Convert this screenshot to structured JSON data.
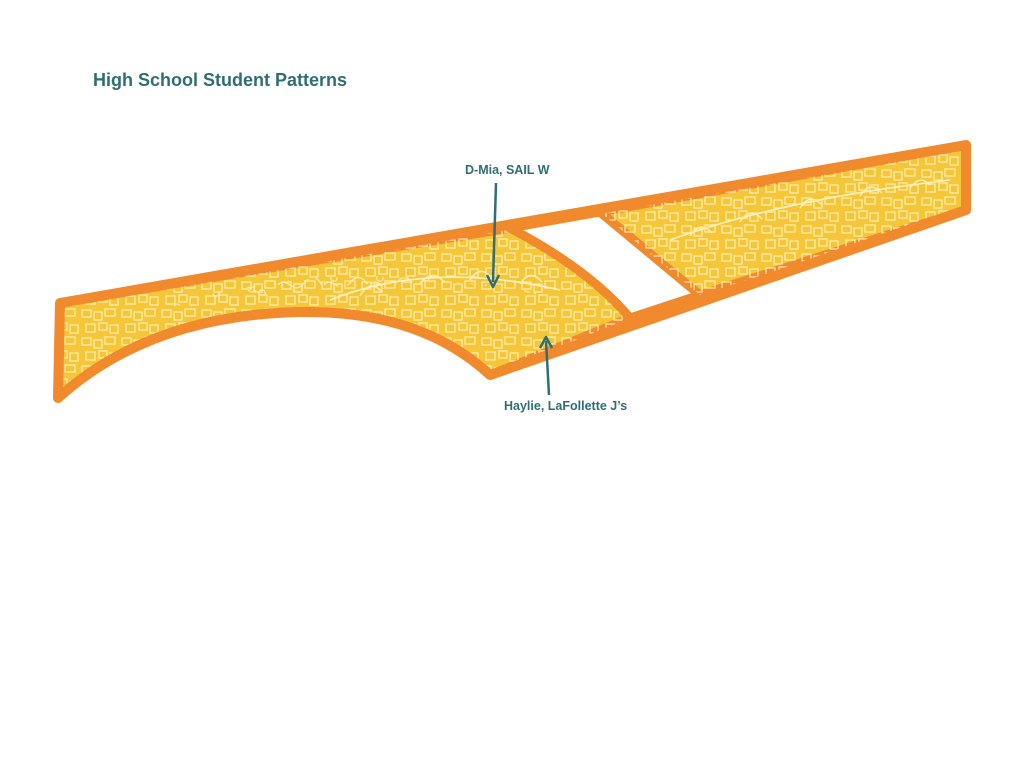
{
  "title": "High School Student Patterns",
  "annotations": [
    {
      "label": "D-Mia, SAIL W"
    },
    {
      "label": "Haylie, LaFollette J’s"
    }
  ],
  "colors": {
    "outline": "#f08a2c",
    "fill": "#f5c637",
    "pattern": "#fdf3c2",
    "text": "#2e6e74",
    "background": "#ffffff"
  }
}
